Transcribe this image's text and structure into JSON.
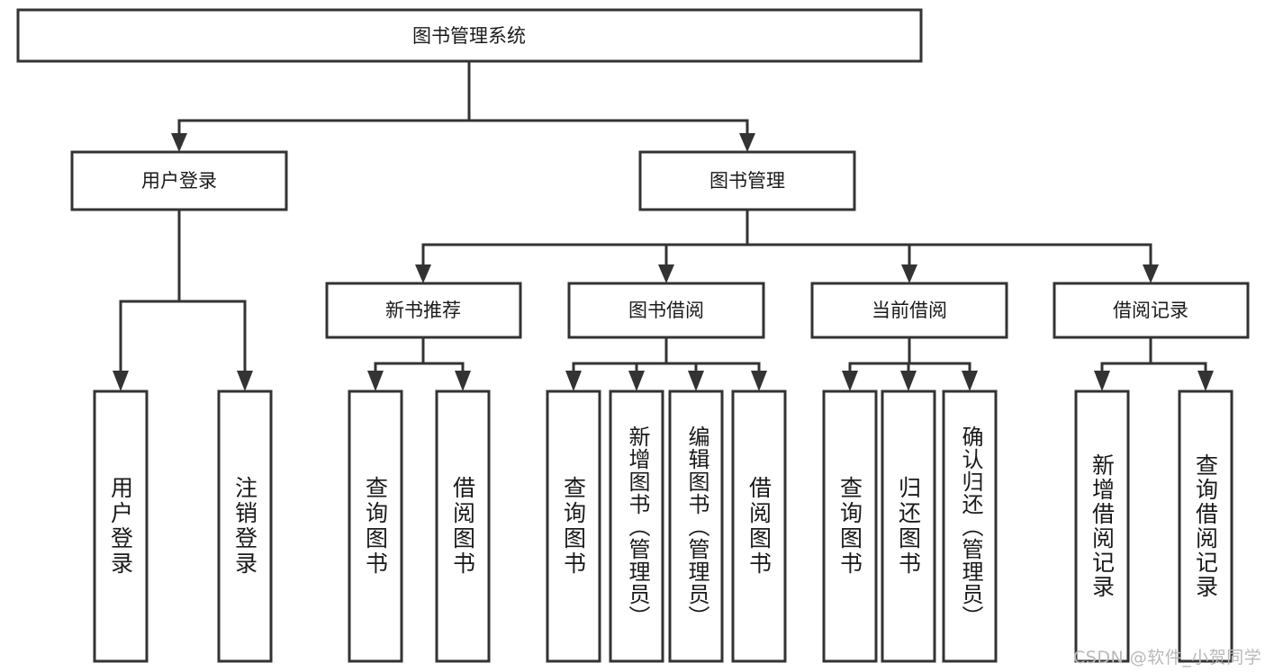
{
  "diagram": {
    "title": "图书管理系统",
    "type": "tree",
    "orientation": "top-down",
    "colors": {
      "box_stroke": "#333333",
      "box_fill": "#ffffff",
      "connector": "#333333",
      "text": "#1a1a1a",
      "background": "#ffffff",
      "watermark": "#b9b9b9"
    },
    "root": {
      "label": "图书管理系统"
    },
    "level2": [
      {
        "label": "用户登录"
      },
      {
        "label": "图书管理"
      }
    ],
    "level3": [
      {
        "label": "新书推荐"
      },
      {
        "label": "图书借阅"
      },
      {
        "label": "当前借阅"
      },
      {
        "label": "借阅记录"
      }
    ],
    "leaves": {
      "user_login": [
        {
          "label": "用户登录"
        },
        {
          "label": "注销登录"
        }
      ],
      "new_book_recommend": [
        {
          "label": "查询图书"
        },
        {
          "label": "借阅图书"
        }
      ],
      "book_borrow": [
        {
          "label": "查询图书"
        },
        {
          "label": "新增图书（管理员）"
        },
        {
          "label": "编辑图书（管理员）"
        },
        {
          "label": "借阅图书"
        }
      ],
      "current_borrow": [
        {
          "label": "查询图书"
        },
        {
          "label": "归还图书"
        },
        {
          "label": "确认归还（管理员）"
        }
      ],
      "borrow_record": [
        {
          "label": "新增借阅记录"
        },
        {
          "label": "查询借阅记录"
        }
      ]
    }
  },
  "watermark": {
    "text": "CSDN @软件_小贺同学"
  }
}
